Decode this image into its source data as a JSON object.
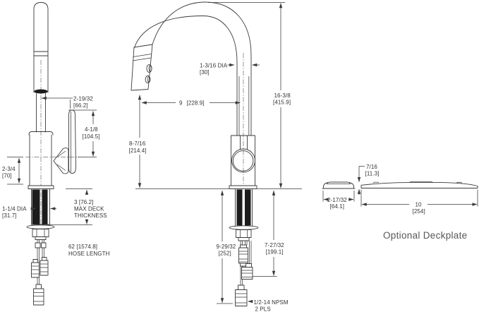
{
  "side_view": {
    "dim_spout_to_handle_in": "2-19/32",
    "dim_spout_to_handle_mm": "[66.2]",
    "dim_handle_height_in": "4-1/8",
    "dim_handle_height_mm": "[104.5]",
    "dim_body_height_in": "2-3/4",
    "dim_body_height_mm": "[70]",
    "dim_shank_dia_in": "1-1/4 DIA",
    "dim_shank_dia_mm": "[31.7]",
    "deck_thickness_line1": "3 [76.2]",
    "deck_thickness_line2": "MAX DECK",
    "deck_thickness_line3": "THICKNESS",
    "hose_length_line1": "62 [1574.8]",
    "hose_length_line2": "HOSE LENGTH"
  },
  "front_view": {
    "dim_spout_dia_in": "1-3/16 DIA",
    "dim_spout_dia_mm": "[30]",
    "dim_reach_in": "9",
    "dim_reach_mm": "[228.9]",
    "dim_overall_height_in": "16-3/8",
    "dim_overall_height_mm": "[415.9]",
    "dim_spout_clearance_in": "8-7/16",
    "dim_spout_clearance_mm": "[214.4]",
    "dim_hose_drop_long_in": "9-29/32",
    "dim_hose_drop_long_mm": "[252]",
    "dim_hose_drop_short_in": "7-27/32",
    "dim_hose_drop_short_mm": "[199.1]",
    "thread_note_line1": "1/2-14 NPSM",
    "thread_note_line2": "2 PLS"
  },
  "deckplate": {
    "dim_height_in": "7/16",
    "dim_height_mm": "[11.3]",
    "dim_end_width_in": "2-17/32",
    "dim_end_width_mm": "[64.1]",
    "dim_length_in": "10",
    "dim_length_mm": "[254]",
    "caption": "Optional Deckplate"
  }
}
